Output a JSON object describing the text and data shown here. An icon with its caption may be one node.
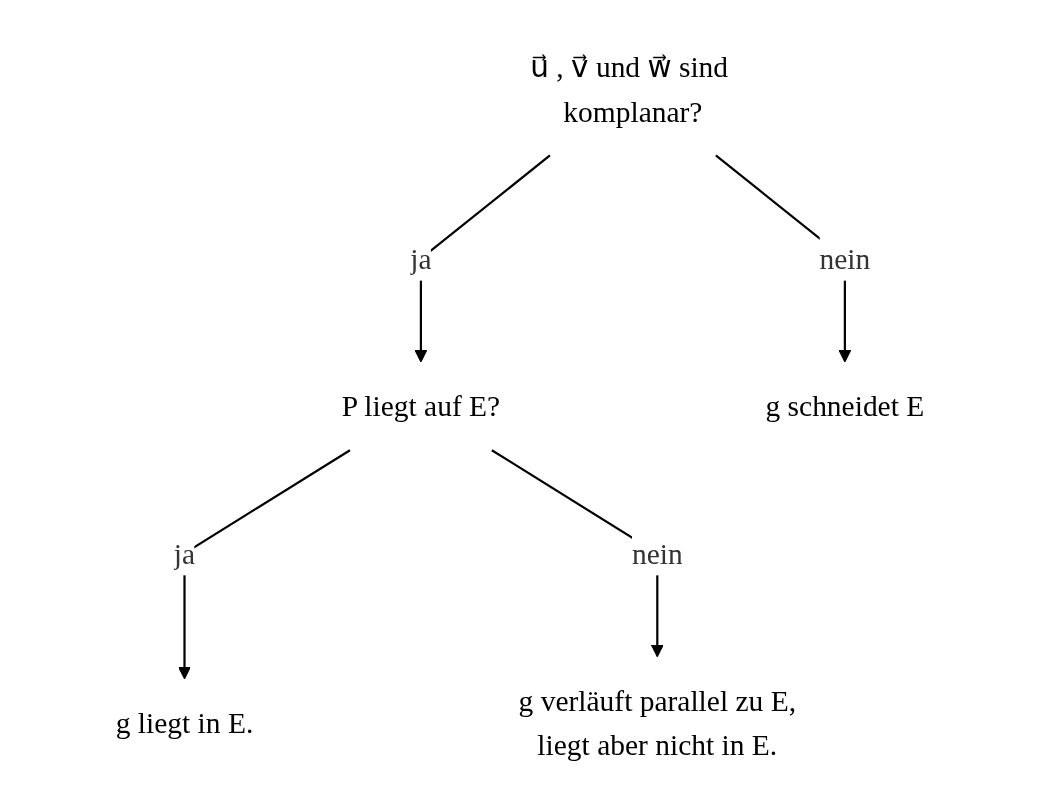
{
  "diagram": {
    "nodes": [
      {
        "text": [
          "u⃗ , v⃗ und w⃗ sind komplanar?"
        ]
      },
      {
        "text": [
          "P liegt auf E?"
        ]
      },
      {
        "text": [
          "g schneidet E"
        ]
      },
      {
        "text": [
          "g liegt in E."
        ]
      },
      {
        "text": [
          "g verläuft parallel zu E, liegt aber nicht in E."
        ]
      }
    ],
    "edges": [
      {
        "from": 0,
        "to": 1,
        "arrow": "to",
        "label": "ja"
      },
      {
        "from": 0,
        "to": 2,
        "arrow": "to",
        "label": "nein"
      },
      {
        "from": 1,
        "to": 3,
        "arrow": "to",
        "label": "ja"
      },
      {
        "from": 1,
        "to": 4,
        "arrow": "to",
        "label": "nein"
      }
    ]
  }
}
